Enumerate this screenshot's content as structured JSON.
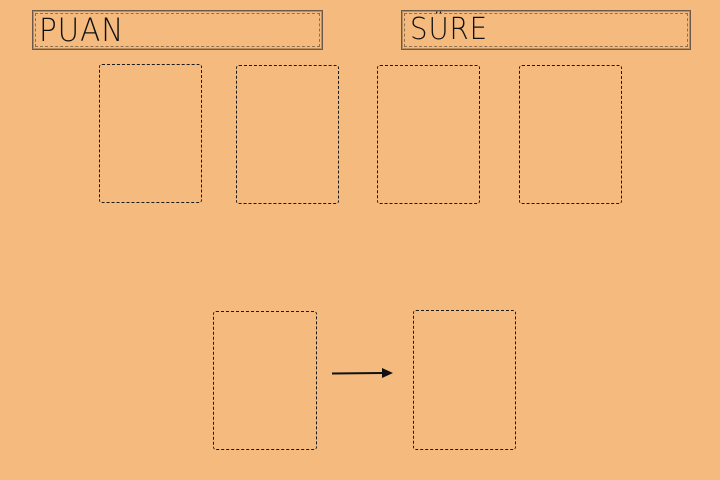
{
  "hud": {
    "score_label": "PUAN",
    "time_label": "SÜRE"
  },
  "card_slots": {
    "top_row_count": 4,
    "bottom_row_count": 2
  },
  "colors": {
    "background": "#f5bb7e",
    "slot_border": "#1a1a1a"
  },
  "icons": {
    "arrow": "arrow-right-icon"
  }
}
